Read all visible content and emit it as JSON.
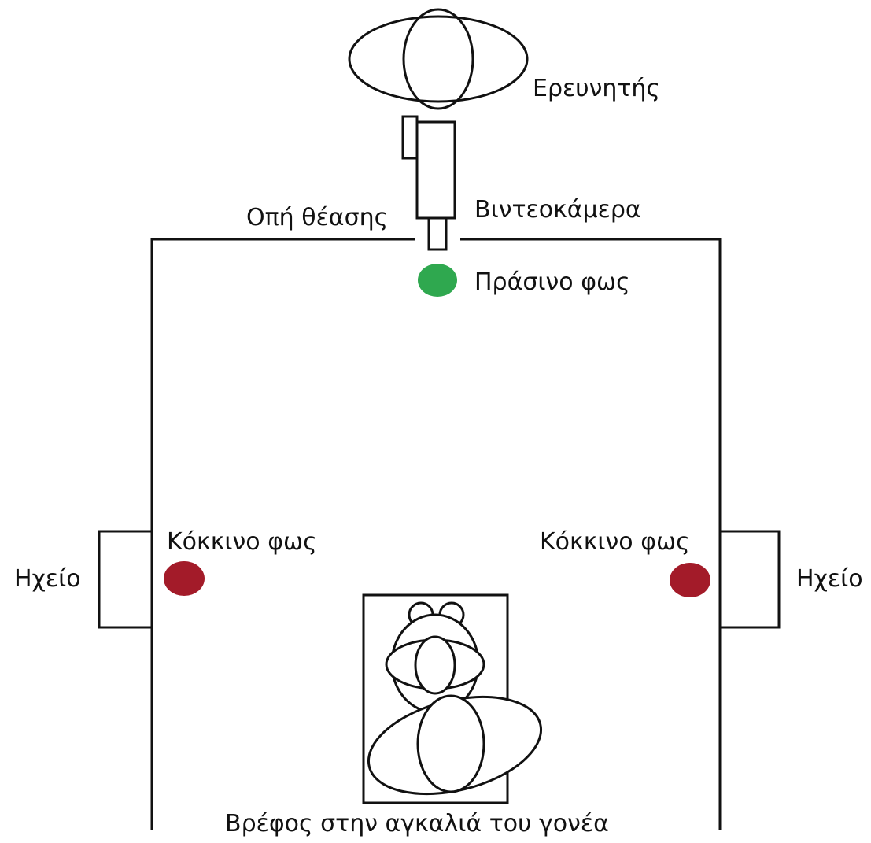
{
  "labels": {
    "researcher": "Ερευνητής",
    "camcorder": "Βιντεοκάμερα",
    "peephole": "Οπή θέασης",
    "green_light": "Πράσινο φως",
    "red_light_left": "Κόκκινο φως",
    "red_light_right": "Κόκκινο φως",
    "speaker_left": "Ηχείο",
    "speaker_right": "Ηχείο",
    "infant": "Βρέφος στην αγκαλιά του γονέα"
  },
  "colors": {
    "green_light": "#2fa84f",
    "red_light": "#a31b29",
    "line": "#111111"
  }
}
